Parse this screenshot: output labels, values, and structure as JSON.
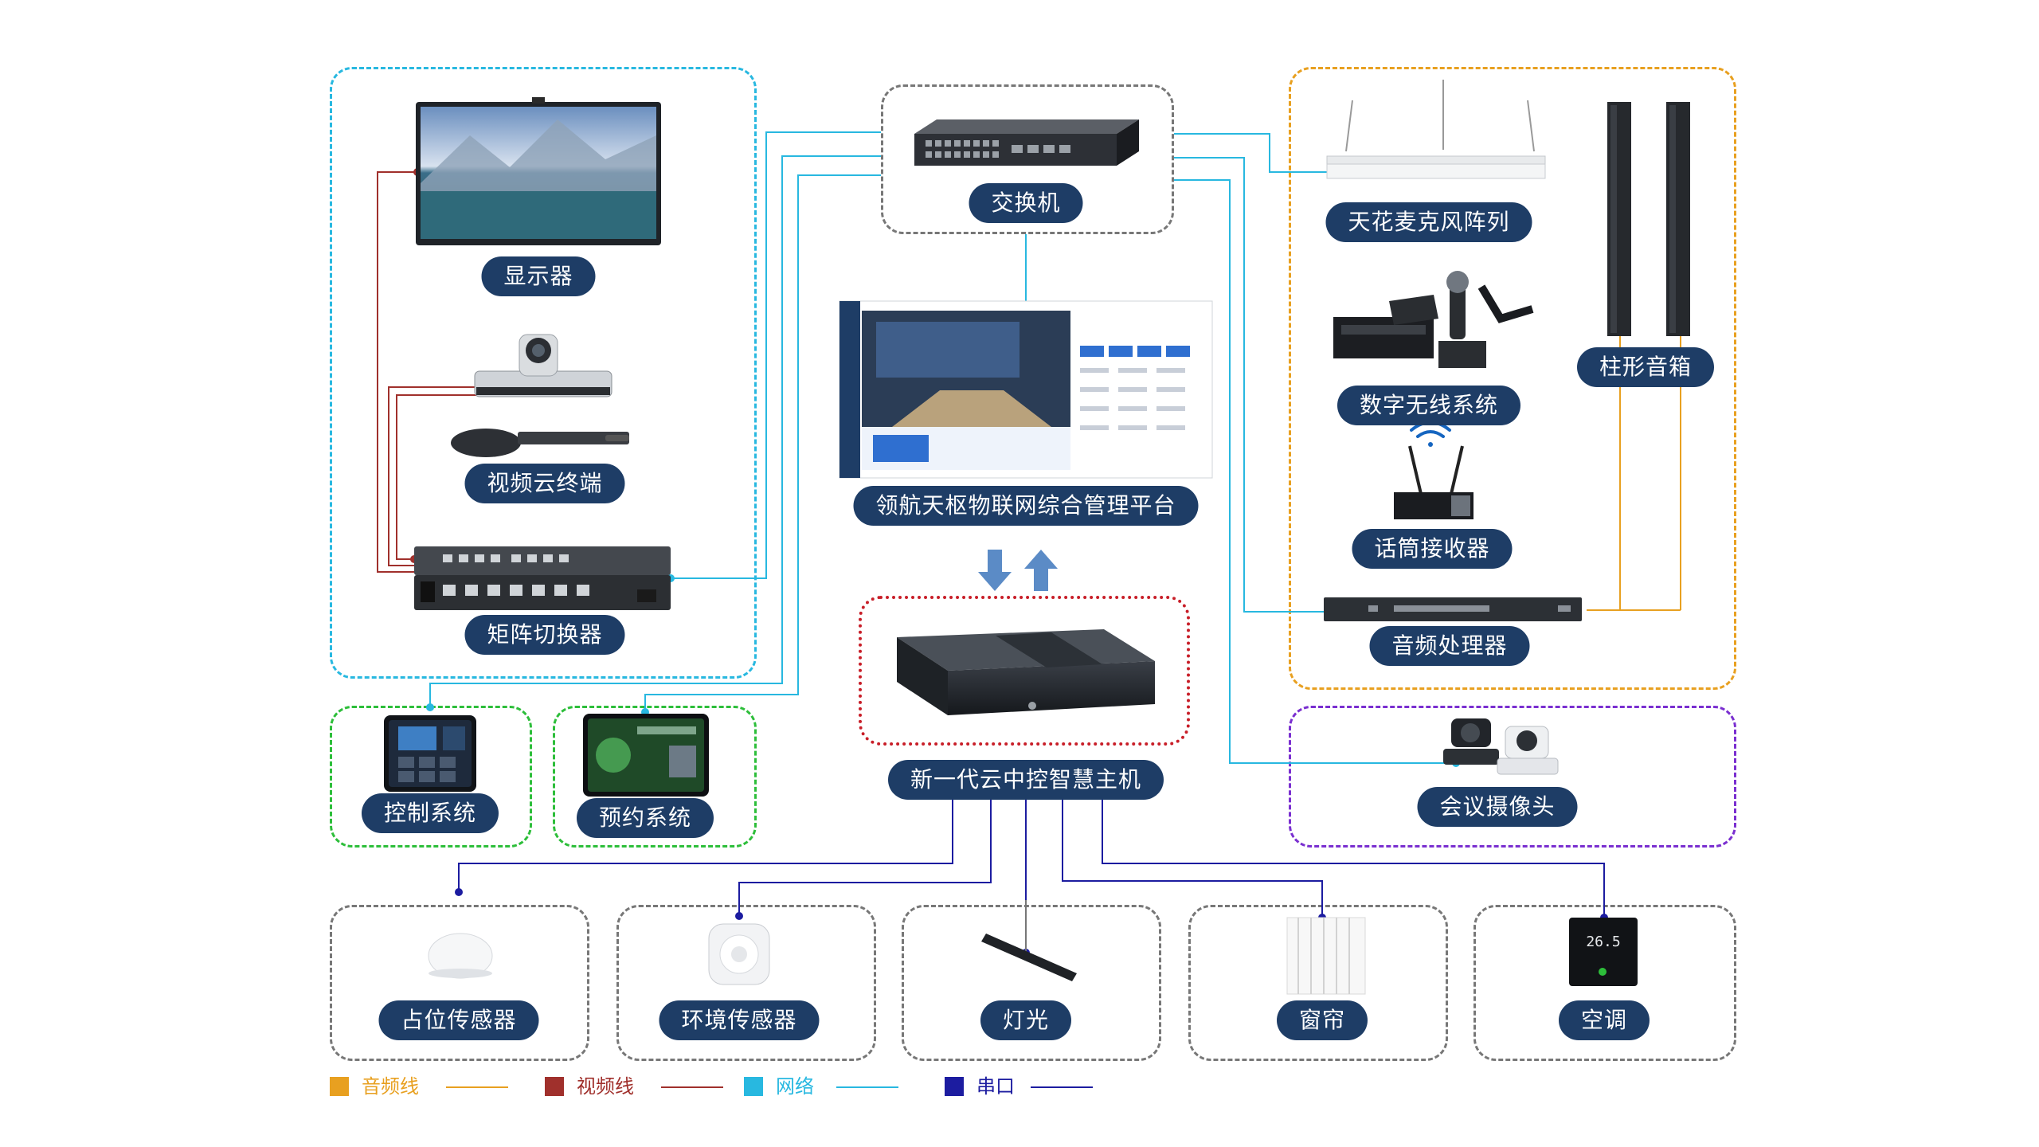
{
  "labels": {
    "display": "显示器",
    "video_terminal": "视频云终端",
    "matrix": "矩阵切换器",
    "control": "控制系统",
    "booking": "预约系统",
    "switch": "交换机",
    "platform": "领航天枢物联网综合管理平台",
    "host": "新一代云中控智慧主机",
    "ceiling_mic": "天花麦克风阵列",
    "wireless": "数字无线系统",
    "column_speaker": "柱形音箱",
    "mic_receiver": "话筒接收器",
    "audio_processor": "音频处理器",
    "camera": "会议摄像头",
    "occupancy": "占位传感器",
    "env_sensor": "环境传感器",
    "light": "灯光",
    "curtain": "窗帘",
    "ac": "空调"
  },
  "ac_readout": "26.5",
  "legend": [
    {
      "label": "音频线",
      "color": "#e8a020"
    },
    {
      "label": "视频线",
      "color": "#a0302c"
    },
    {
      "label": "网络",
      "color": "#28b8e0"
    },
    {
      "label": "串口",
      "color": "#1c1ca0"
    }
  ],
  "colors": {
    "audio": "#e8a020",
    "video": "#a0302c",
    "network": "#28b8e0",
    "serial": "#1c1ca0",
    "label_bg": "#1e3d66",
    "group_green": "#2dbe3a",
    "group_red": "#c81e28",
    "group_purple": "#7a2fd0",
    "group_gray": "#777777"
  }
}
